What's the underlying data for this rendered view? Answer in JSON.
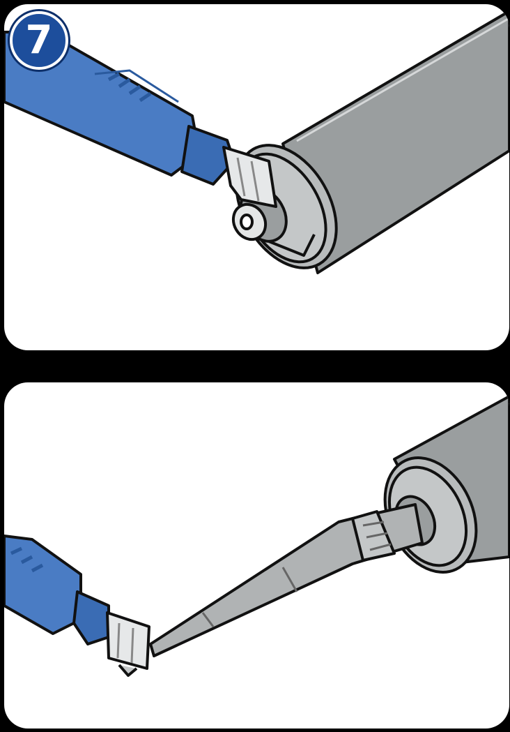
{
  "step": {
    "number": "7"
  },
  "panels": [
    {
      "name": "cut-cartridge-seal",
      "icons": [
        "utility-knife-icon",
        "sealant-cartridge-icon"
      ]
    },
    {
      "name": "cut-nozzle-tip",
      "icons": [
        "utility-knife-icon",
        "sealant-cartridge-icon",
        "nozzle-icon"
      ]
    }
  ],
  "colors": {
    "knife_blue": "#4a7cc4",
    "knife_dark": "#2a5a9e",
    "cartridge_gray": "#9a9e9f",
    "cartridge_light": "#c4c7c8",
    "badge_blue": "#1d4e9c",
    "outline": "#111111"
  }
}
